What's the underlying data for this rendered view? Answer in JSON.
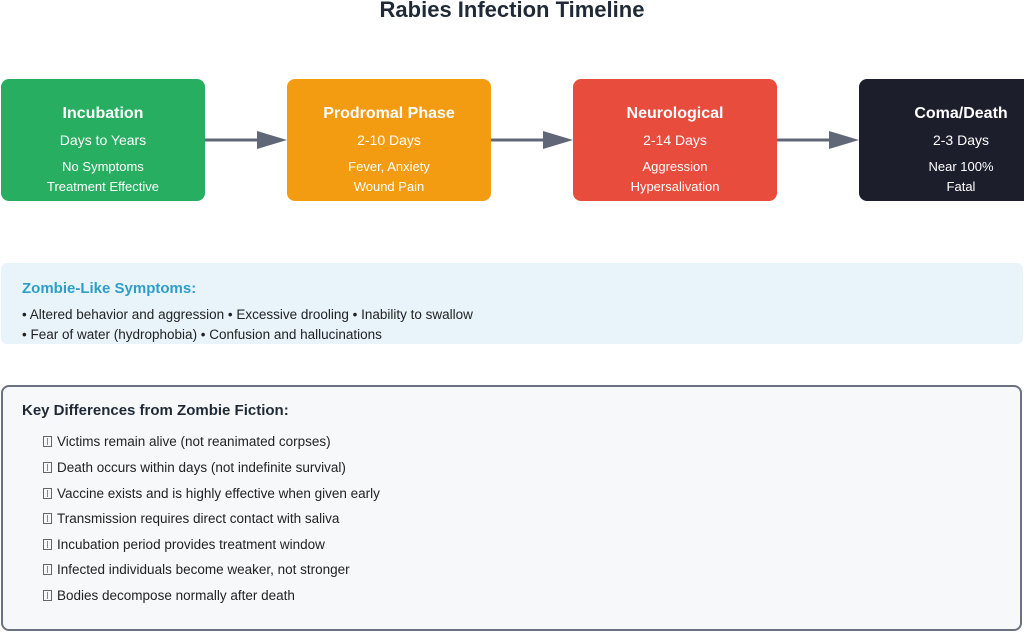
{
  "title": "Rabies Infection Timeline",
  "stages": [
    {
      "name": "Incubation",
      "duration": "Days to Years",
      "line1": "No Symptoms",
      "line2": "Treatment Effective",
      "color": "#27ae60"
    },
    {
      "name": "Prodromal Phase",
      "duration": "2-10 Days",
      "line1": "Fever, Anxiety",
      "line2": "Wound Pain",
      "color": "#f39c12"
    },
    {
      "name": "Neurological",
      "duration": "2-14 Days",
      "line1": "Aggression",
      "line2": "Hypersalivation",
      "color": "#e74c3c"
    },
    {
      "name": "Coma/Death",
      "duration": "2-3 Days",
      "line1": "Near 100%",
      "line2": "Fatal",
      "color": "#1c1e2b"
    }
  ],
  "arrow_color": "#606878",
  "symptoms": {
    "heading": "Zombie-Like Symptoms:",
    "lines": [
      "• Altered behavior and aggression • Excessive drooling • Inability to swallow",
      "• Fear of water (hydrophobia) • Confusion and hallucinations"
    ]
  },
  "differences": {
    "heading": "Key Differences from Zombie Fiction:",
    "items": [
      "Victims remain alive (not reanimated corpses)",
      "Death occurs within days (not indefinite survival)",
      "Vaccine exists and is highly effective when given early",
      "Transmission requires direct contact with saliva",
      "Incubation period provides treatment window",
      "Infected individuals become weaker, not stronger",
      "Bodies decompose normally after death"
    ]
  }
}
